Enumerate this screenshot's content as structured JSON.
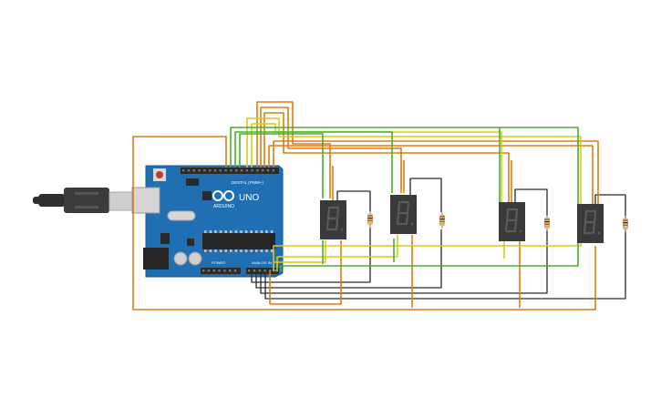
{
  "board": {
    "logo": "ARDUINO",
    "model": "UNO",
    "digital_label": "DIGITAL (PWM~)",
    "power_label": "POWER",
    "analog_label": "ANALOG IN",
    "icon": "infinity-logo-icon"
  },
  "displays": {
    "count": 4,
    "digit_glyph": "8.",
    "icon": "seven-segment-display-icon"
  },
  "resistors": {
    "count": 4,
    "icon": "resistor-icon"
  },
  "usb": {
    "icon": "usb-plug-icon"
  },
  "colors": {
    "background": "#ffffff",
    "board": "#1f6fb2",
    "board_dark": "#165a95",
    "header": "#2b2b2b",
    "display_body": "#3a3a3a",
    "segment_off": "#5a5a5a",
    "wire_orange": "#e07b10",
    "wire_yellow": "#d8cc14",
    "wire_green": "#47b02a",
    "wire_black": "#2a2a2a",
    "resistor_body": "#e2c48a",
    "usb_metal": "#cfcfcf",
    "usb_plug": "#2e2e2e"
  }
}
